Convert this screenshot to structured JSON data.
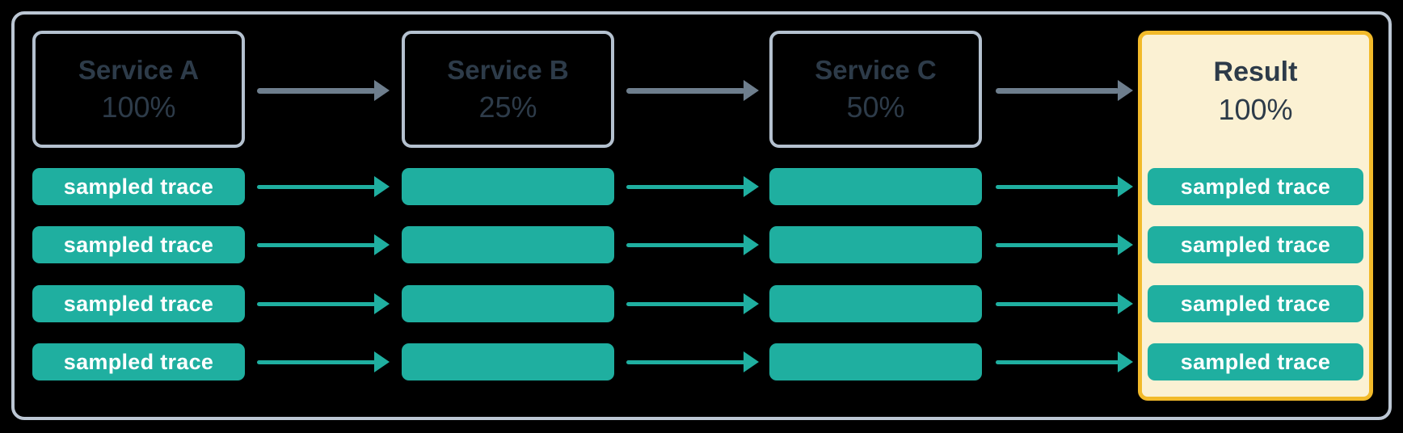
{
  "diagram": {
    "services": [
      {
        "name": "Service A",
        "sample_rate": "100%"
      },
      {
        "name": "Service B",
        "sample_rate": "25%"
      },
      {
        "name": "Service C",
        "sample_rate": "50%"
      }
    ],
    "result": {
      "name": "Result",
      "sample_rate": "100%"
    },
    "trace_label": "sampled trace",
    "trace_rows_per_service": 4
  },
  "colors": {
    "background": "#000000",
    "frame_border": "#BCC7D4",
    "service_border": "#B4C1CF",
    "service_text": "#2D3B49",
    "teal": "#1FAFA0",
    "arrow_gray": "#6E7E8D",
    "result_bg": "#FBF1D3",
    "result_border": "#F2BA2A",
    "trace_text": "#FFFFFF"
  }
}
